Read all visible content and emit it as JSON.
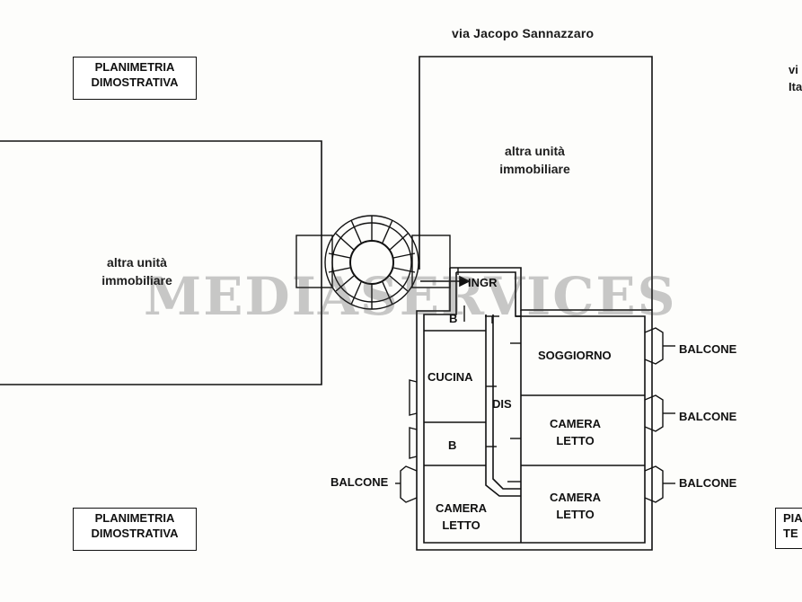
{
  "street": "via Jacopo Sannazzaro",
  "edge_top_right": [
    "vi",
    "Ita"
  ],
  "edge_bottom_right": [
    "PIA",
    "TE"
  ],
  "plan_label": [
    "PLANIMETRIA",
    "DIMOSTRATIVA"
  ],
  "other_unit": [
    "altra unità",
    "immobiliare"
  ],
  "rooms": {
    "ingresso": "INGR",
    "bagno_top": "B",
    "cucina": "CUCINA",
    "disimpegno": "DIS",
    "bagno_bottom": "B",
    "soggiorno": "SOGGIORNO",
    "camera_letto_1": [
      "CAMERA",
      "LETTO"
    ],
    "camera_letto_2": [
      "CAMERA",
      "LETTO"
    ],
    "camera_letto_3": [
      "CAMERA",
      "LETTO"
    ]
  },
  "balconies": [
    "BALCONE",
    "BALCONE",
    "BALCONE",
    "BALCONE"
  ],
  "watermark": "MEDIASERVICES"
}
